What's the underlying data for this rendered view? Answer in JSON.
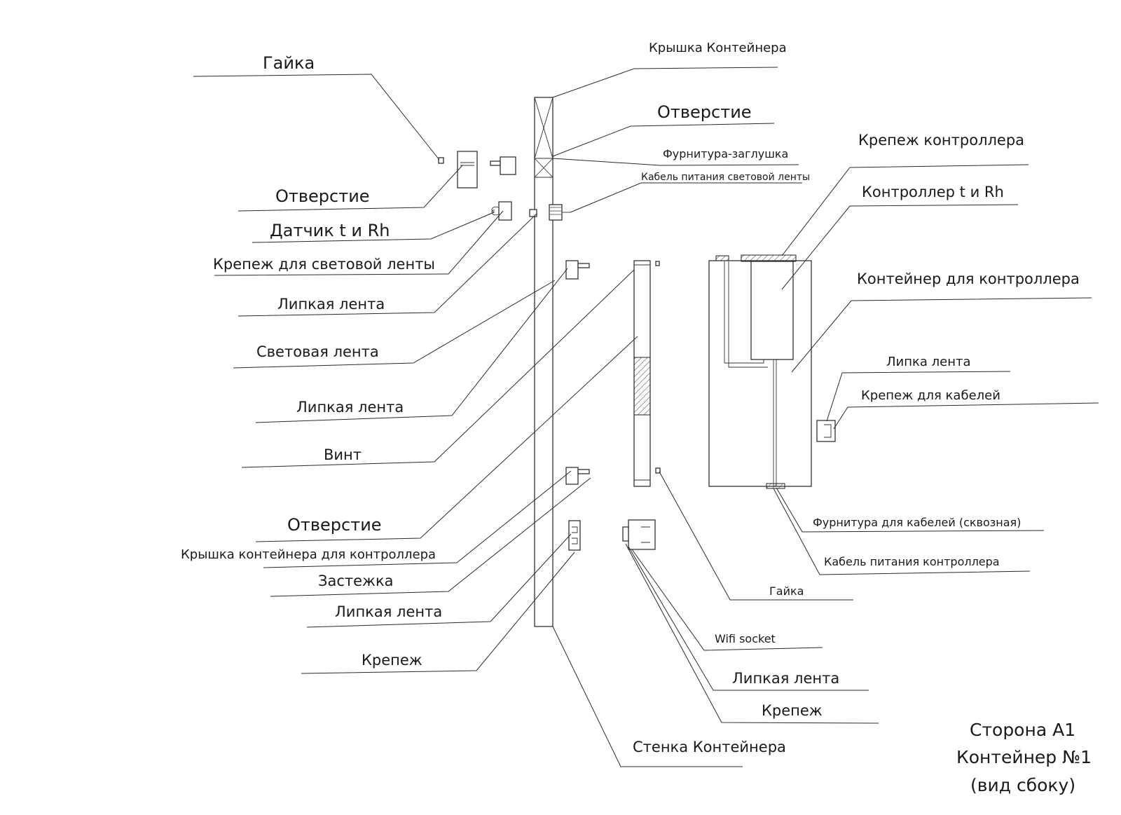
{
  "labels": {
    "gaika_top": "Гайка",
    "otverstie_left_1": "Отверстие",
    "datchik": "Датчик t и Rh",
    "krepezh_svet_lenty": "Крепеж для световой ленты",
    "lipkaya_lenta_1": "Липкая лента",
    "svetovaya_lenta": "Световая лента",
    "lipkaya_lenta_2": "Липкая лента",
    "vint": "Винт",
    "otverstie_left_2": "Отверстие",
    "kryshka_kont_kontrollera": "Крышка контейнера для контроллера",
    "zastezhka": "Застежка",
    "lipkaya_lenta_3": "Липкая лента",
    "krepezh_left": "Крепеж",
    "kryshka_konteinera": "Крышка Контейнера",
    "otverstie_top_right": "Отверстие",
    "furnitura_zaglushka": "Фурнитура-заглушка",
    "kabel_pitaniya_svet": "Кабель питания световой ленты",
    "krepezh_kontrollera": "Крепеж контроллера",
    "kontroller": "Контроллер t и Rh",
    "konteiner_dlya_kontrollera": "Контейнер для контроллера",
    "lipka_lenta": "Липка лента",
    "krepezh_dlya_kabelei": "Крепеж для кабелей",
    "furnitura_dlya_kabelei": "Фурнитура для кабелей (сквозная)",
    "kabel_pitaniya_kontrollera": "Кабель питания контроллера",
    "gaika_bottom": "Гайка",
    "wifi_socket": "Wifi socket",
    "lipkaya_lenta_right": "Липкая лента",
    "krepezh_right": "Крепеж",
    "stenka_konteinera": "Стенка Контейнера"
  },
  "title_block": {
    "line1": "Сторона А1",
    "line2": "Контейнер №1",
    "line3": "(вид сбоку)"
  }
}
